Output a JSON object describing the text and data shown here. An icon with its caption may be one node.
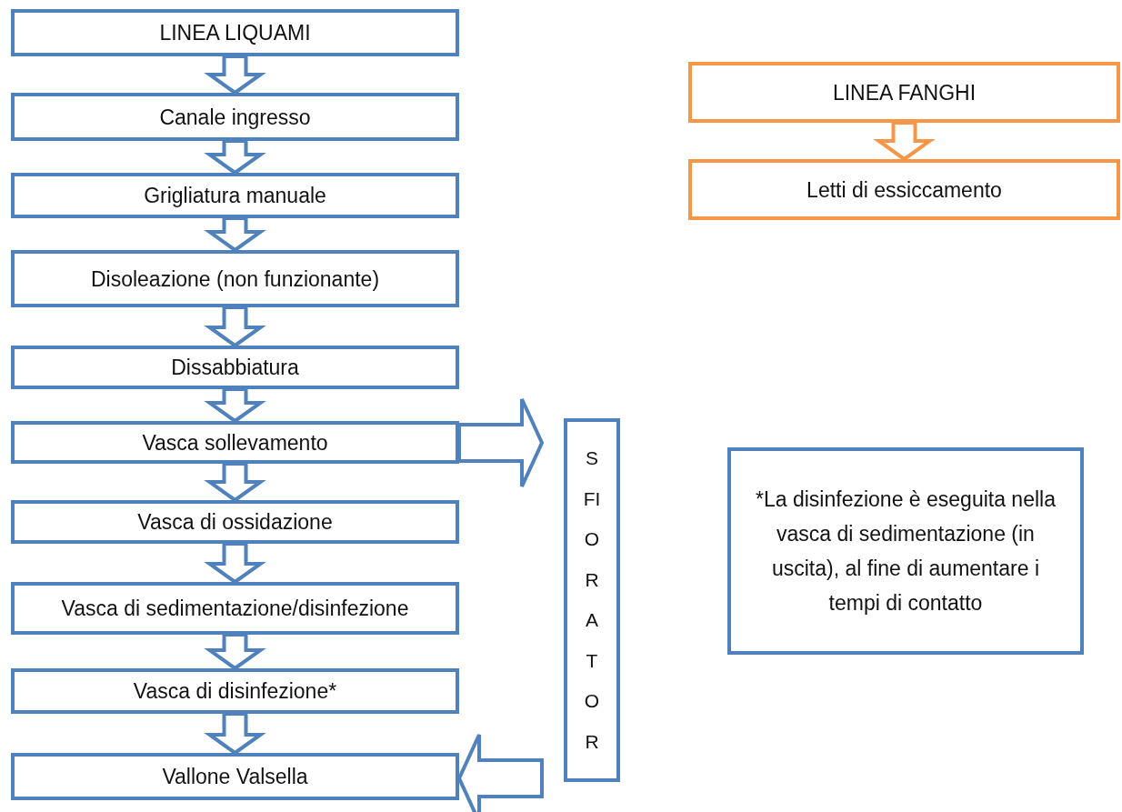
{
  "diagram": {
    "nodes": [
      {
        "text": [
          "LINEA LIQUAMI"
        ]
      },
      {
        "text": [
          "Canale ingresso"
        ]
      },
      {
        "text": [
          "Grigliatura manuale"
        ]
      },
      {
        "text": [
          "Disoleazione (non funzionante)"
        ]
      },
      {
        "text": [
          "Dissabbiatura"
        ]
      },
      {
        "text": [
          "Vasca sollevamento"
        ]
      },
      {
        "text": [
          "Vasca di ossidazione"
        ]
      },
      {
        "text": [
          "Vasca di sedimentazione/disinfezione"
        ]
      },
      {
        "text": [
          "Vasca di disinfezione*"
        ]
      },
      {
        "text": [
          "Vallone Valsella"
        ]
      },
      {
        "text": [
          "SFIORATOR"
        ]
      },
      {
        "text": [
          "LINEA FANGHI"
        ]
      },
      {
        "text": [
          "Letti di essiccamento"
        ]
      },
      {
        "text": [
          "*La disinfezione è eseguita nella vasca di sedimentazione (in uscita), al fine di aumentare i tempi di contatto"
        ]
      }
    ],
    "edges": [
      {
        "from": 0,
        "to": 1,
        "arrow": "to"
      },
      {
        "from": 1,
        "to": 2,
        "arrow": "to"
      },
      {
        "from": 2,
        "to": 3,
        "arrow": "to"
      },
      {
        "from": 3,
        "to": 4,
        "arrow": "to"
      },
      {
        "from": 4,
        "to": 5,
        "arrow": "to"
      },
      {
        "from": 5,
        "to": 6,
        "arrow": "to"
      },
      {
        "from": 6,
        "to": 7,
        "arrow": "to"
      },
      {
        "from": 7,
        "to": 8,
        "arrow": "to"
      },
      {
        "from": 8,
        "to": 9,
        "arrow": "to"
      },
      {
        "from": 5,
        "to": 10,
        "arrow": "to"
      },
      {
        "from": 10,
        "to": 9,
        "arrow": "to"
      },
      {
        "from": 11,
        "to": 12,
        "arrow": "to",
        "color": "#f79646"
      }
    ]
  }
}
